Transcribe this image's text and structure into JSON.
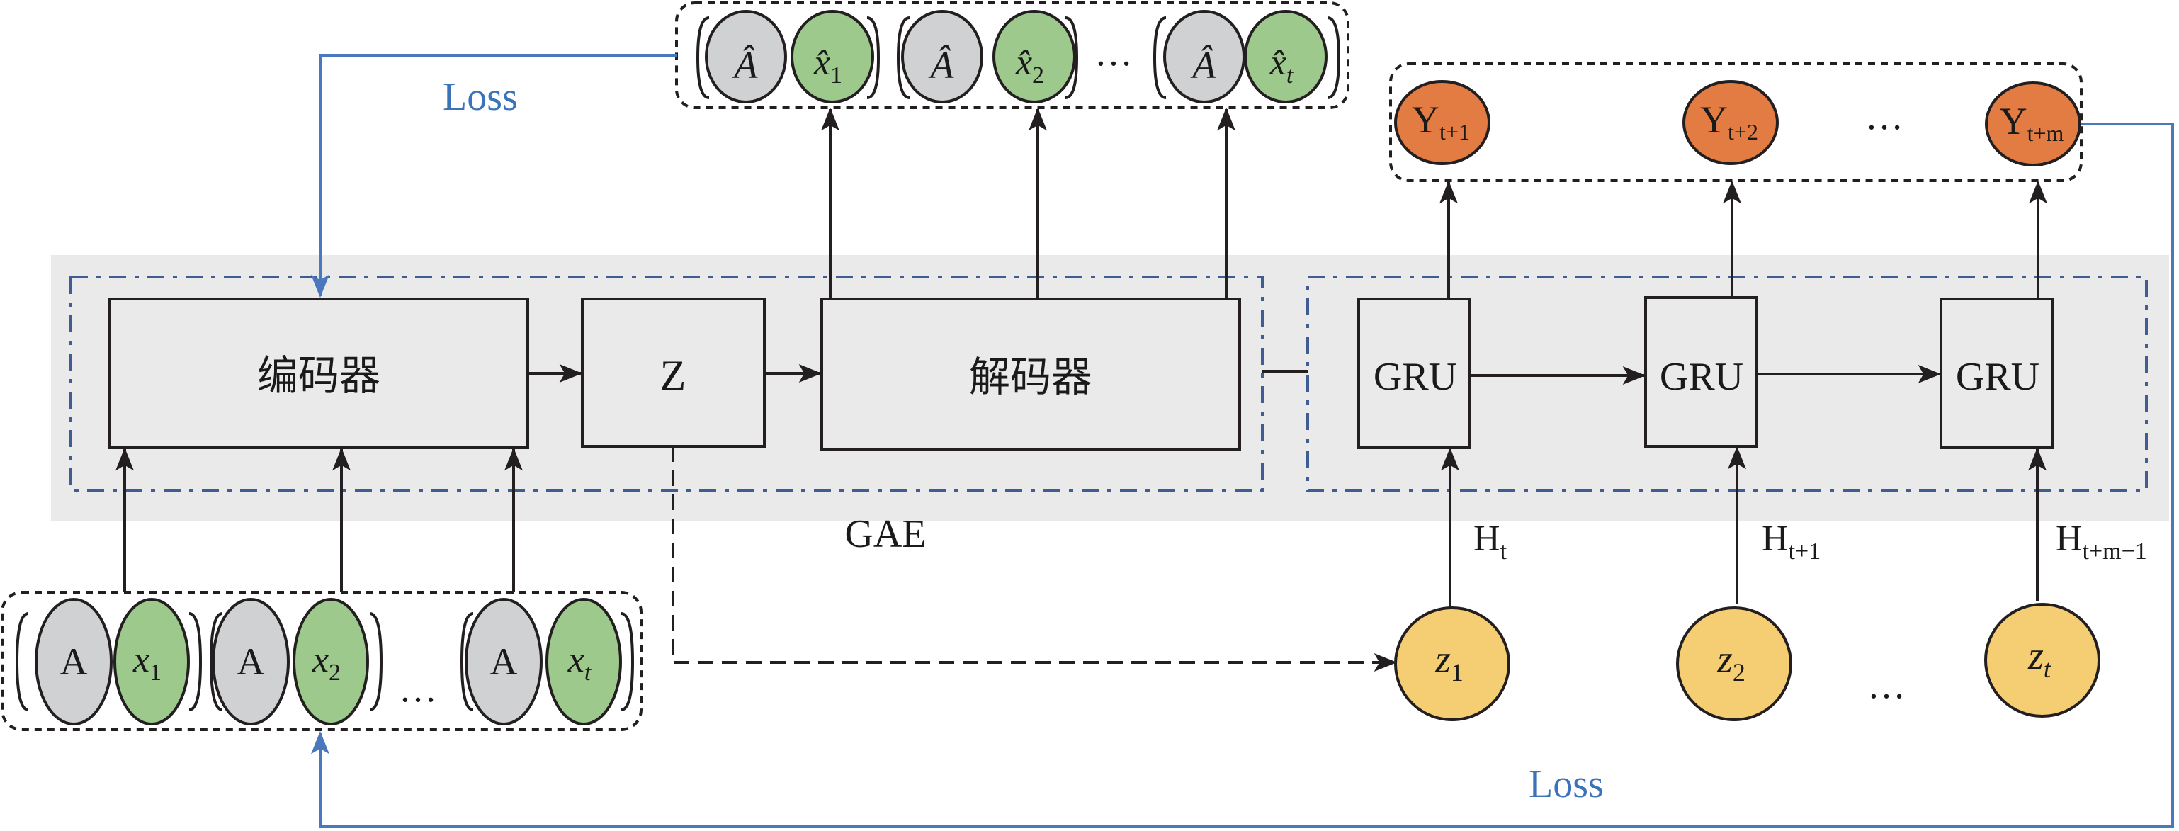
{
  "colors": {
    "panel_gray": "#eaeaea",
    "box_fill": "#eaeaea",
    "stroke": "#231f20",
    "dashdot_blue": "#3f5d93",
    "loss_blue": "#4a77bd",
    "loss_text": "#3273b8",
    "adj_gray": "#d0d1d3",
    "feature_green": "#9dc98d",
    "output_orange": "#e27c43",
    "latent_yellow": "#f5cd72"
  },
  "gae": {
    "label": "GAE",
    "encoder_label": "编码器",
    "latent_label": "Z",
    "decoder_label": "解码器"
  },
  "gru": {
    "cells": [
      {
        "label": "GRU",
        "hidden_base": "H",
        "hidden_sub": "t"
      },
      {
        "label": "GRU",
        "hidden_base": "H",
        "hidden_sub": "t+1"
      },
      {
        "label": "GRU",
        "hidden_base": "H",
        "hidden_sub": "t+m−1"
      }
    ]
  },
  "inputs": {
    "pairs": [
      {
        "adj": "A",
        "feat_base": "x",
        "feat_sub": "1"
      },
      {
        "adj": "A",
        "feat_base": "x",
        "feat_sub": "2"
      },
      {
        "adj": "A",
        "feat_base": "x",
        "feat_sub": "t"
      }
    ],
    "ellipsis": "…"
  },
  "reconstructions": {
    "pairs": [
      {
        "adj": "Â",
        "feat_base": "x̂",
        "feat_sub": "1"
      },
      {
        "adj": "Â",
        "feat_base": "x̂",
        "feat_sub": "2"
      },
      {
        "adj": "Â",
        "feat_base": "x̂",
        "feat_sub": "t"
      }
    ],
    "ellipsis": "…"
  },
  "outputs": {
    "nodes": [
      {
        "base": "Y",
        "sub": "t+1"
      },
      {
        "base": "Y",
        "sub": "t+2"
      },
      {
        "base": "Y",
        "sub": "t+m"
      }
    ],
    "ellipsis": "…"
  },
  "latents": {
    "nodes": [
      {
        "base": "z",
        "sub": "1"
      },
      {
        "base": "z",
        "sub": "2"
      },
      {
        "base": "z",
        "sub": "t"
      }
    ],
    "ellipsis": "…"
  },
  "loss": {
    "top_label": "Loss",
    "bottom_label": "Loss"
  }
}
